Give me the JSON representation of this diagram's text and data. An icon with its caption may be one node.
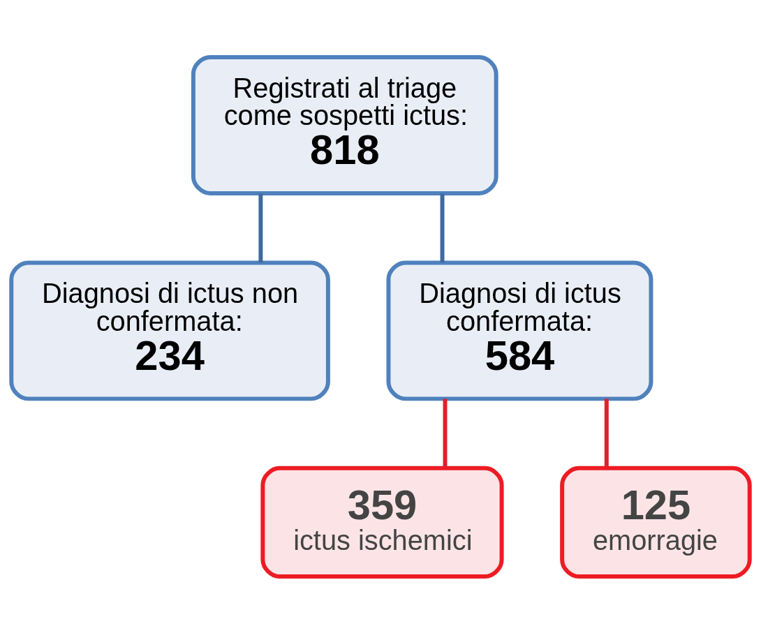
{
  "diagram": {
    "nodes": [
      {
        "text": [
          "Registrati al triage come sospetti ictus:",
          "818"
        ]
      },
      {
        "text": [
          "Diagnosi di ictus non confermata:",
          "234"
        ]
      },
      {
        "text": [
          "Diagnosi di ictus confermata:",
          "584"
        ]
      },
      {
        "text": [
          "359",
          "ictus ischemici"
        ]
      },
      {
        "text": [
          "125",
          "emorragie"
        ]
      }
    ],
    "edges": [
      {
        "from": 0,
        "to": 1,
        "arrow": "none"
      },
      {
        "from": 0,
        "to": 2,
        "arrow": "none"
      },
      {
        "from": 2,
        "to": 3,
        "arrow": "none",
        "color": "#e0202a"
      },
      {
        "from": 2,
        "to": 4,
        "arrow": "none",
        "color": "#e0202a"
      }
    ]
  }
}
